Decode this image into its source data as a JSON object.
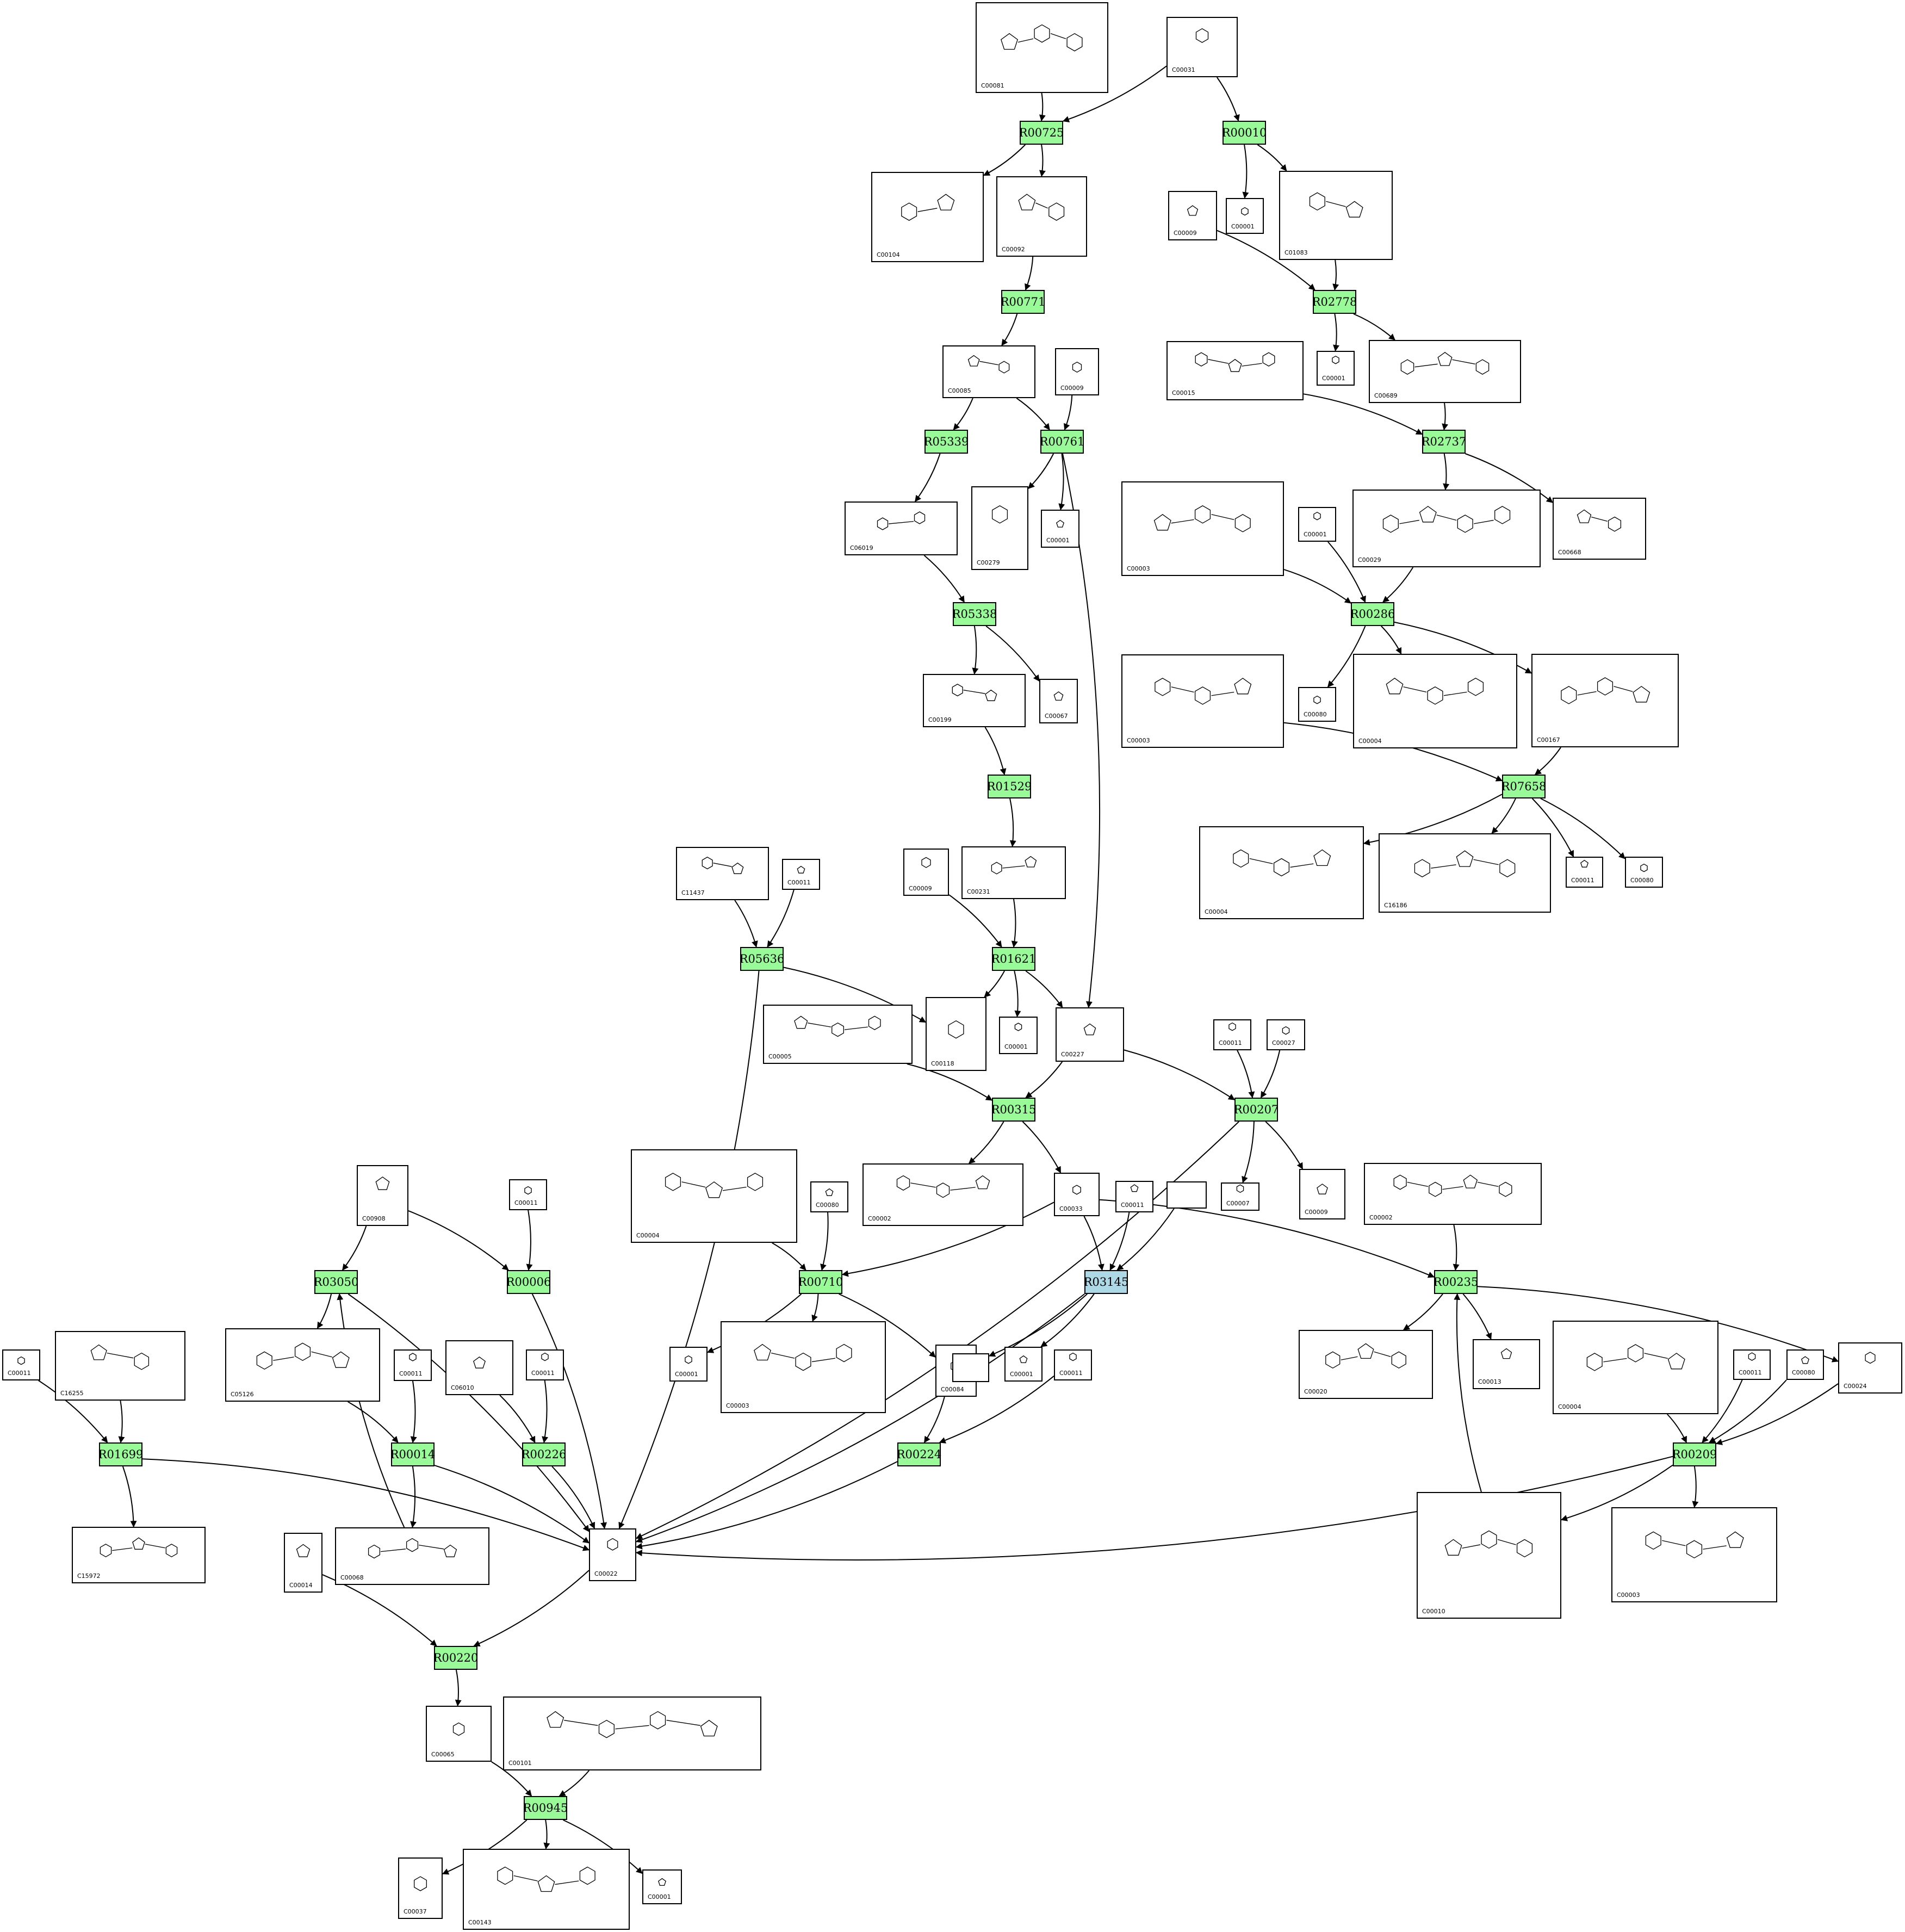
{
  "colors": {
    "reaction": "#98fb98",
    "reaction_unmapped": "#add8e6",
    "edge": "#000000",
    "node_border": "#000000"
  },
  "reactions": [
    {
      "id": "R00725"
    },
    {
      "id": "R00010"
    },
    {
      "id": "R00771"
    },
    {
      "id": "R02778"
    },
    {
      "id": "R05339"
    },
    {
      "id": "R00761"
    },
    {
      "id": "R02737"
    },
    {
      "id": "R00286"
    },
    {
      "id": "R05338"
    },
    {
      "id": "R01529"
    },
    {
      "id": "R07658"
    },
    {
      "id": "R05636"
    },
    {
      "id": "R01621"
    },
    {
      "id": "R00315"
    },
    {
      "id": "R00207"
    },
    {
      "id": "R03050"
    },
    {
      "id": "R00006"
    },
    {
      "id": "R00710"
    },
    {
      "id": "R03145"
    },
    {
      "id": "R00235"
    },
    {
      "id": "R01699"
    },
    {
      "id": "R00014"
    },
    {
      "id": "R00226"
    },
    {
      "id": "R00224"
    },
    {
      "id": "R00209"
    },
    {
      "id": "R00220"
    },
    {
      "id": "R00945"
    }
  ],
  "compounds": [
    {
      "id": "C00081"
    },
    {
      "id": "C00031"
    },
    {
      "id": "C00104"
    },
    {
      "id": "C00092"
    },
    {
      "id": "C00001"
    },
    {
      "id": "C01083"
    },
    {
      "id": "C00009"
    },
    {
      "id": "C00001"
    },
    {
      "id": "C00689"
    },
    {
      "id": "C00085"
    },
    {
      "id": "C00009"
    },
    {
      "id": "C00015"
    },
    {
      "id": "C00003"
    },
    {
      "id": "C00001"
    },
    {
      "id": "C00029"
    },
    {
      "id": "C00668"
    },
    {
      "id": "C06019"
    },
    {
      "id": "C00279"
    },
    {
      "id": "C00001"
    },
    {
      "id": "C00003"
    },
    {
      "id": "C00080"
    },
    {
      "id": "C00004"
    },
    {
      "id": "C00167"
    },
    {
      "id": "C00199"
    },
    {
      "id": "C00067"
    },
    {
      "id": "C00004"
    },
    {
      "id": "C16186"
    },
    {
      "id": "C00011"
    },
    {
      "id": "C00080"
    },
    {
      "id": "C11437"
    },
    {
      "id": "C00011"
    },
    {
      "id": "C00009"
    },
    {
      "id": "C00231"
    },
    {
      "id": "C00005"
    },
    {
      "id": "C00118"
    },
    {
      "id": "C00001"
    },
    {
      "id": "C00227"
    },
    {
      "id": "C00011"
    },
    {
      "id": "C00027"
    },
    {
      "id": "C00908"
    },
    {
      "id": "C00011"
    },
    {
      "id": "C00004"
    },
    {
      "id": "C00080"
    },
    {
      "id": "C00002"
    },
    {
      "id": "C00033"
    },
    {
      "id": "C00011"
    },
    {
      "id": ""
    },
    {
      "id": "C00007"
    },
    {
      "id": "C00009"
    },
    {
      "id": "C00002"
    },
    {
      "id": "C00011"
    },
    {
      "id": "C16255"
    },
    {
      "id": "C05126"
    },
    {
      "id": "C00011"
    },
    {
      "id": "C06010"
    },
    {
      "id": "C00011"
    },
    {
      "id": "C00001"
    },
    {
      "id": "C00003"
    },
    {
      "id": "C00084"
    },
    {
      "id": ""
    },
    {
      "id": "C00001"
    },
    {
      "id": "C00011"
    },
    {
      "id": "C00020"
    },
    {
      "id": "C00013"
    },
    {
      "id": "C00004"
    },
    {
      "id": "C00011"
    },
    {
      "id": "C00080"
    },
    {
      "id": "C00024"
    },
    {
      "id": "C15972"
    },
    {
      "id": "C00014"
    },
    {
      "id": "C00068"
    },
    {
      "id": "C00022"
    },
    {
      "id": "C00010"
    },
    {
      "id": "C00003"
    },
    {
      "id": "C00065"
    },
    {
      "id": "C00101"
    },
    {
      "id": "C00037"
    },
    {
      "id": "C00143"
    },
    {
      "id": "C00001"
    }
  ]
}
